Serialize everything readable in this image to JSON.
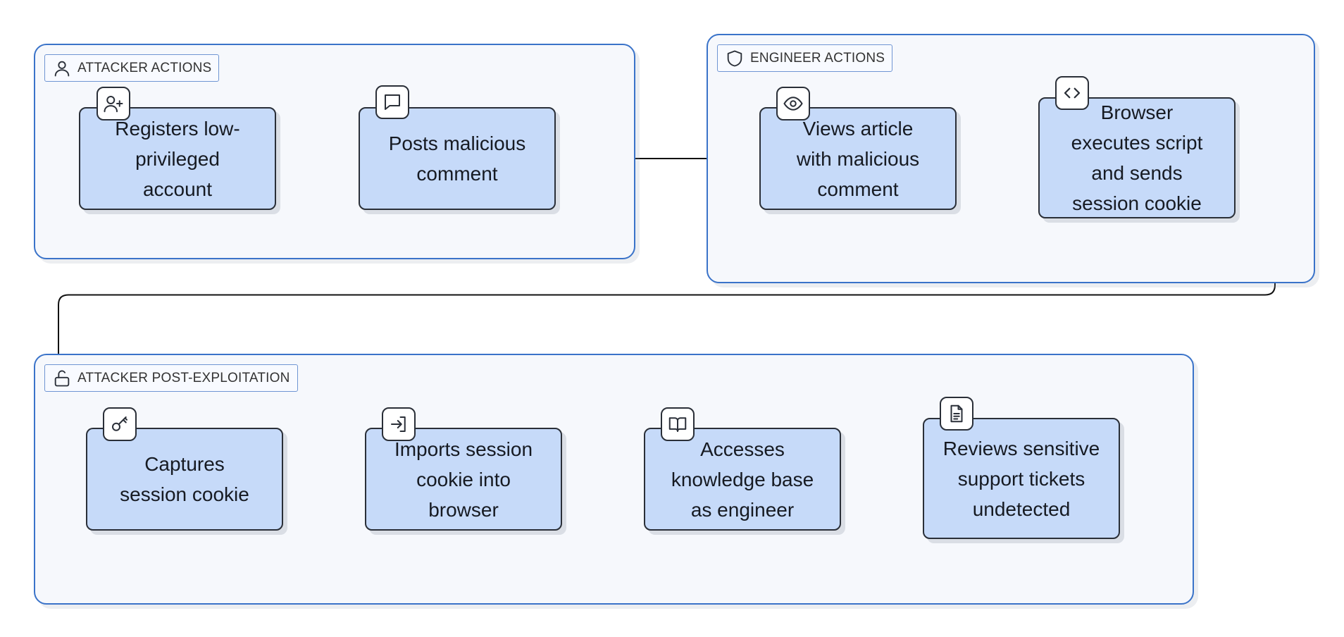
{
  "groups": {
    "attacker": {
      "label": "ATTACKER ACTIONS",
      "icon": "user-icon"
    },
    "engineer": {
      "label": "ENGINEER ACTIONS",
      "icon": "shield-icon"
    },
    "post": {
      "label": "ATTACKER POST-EXPLOITATION",
      "icon": "lock-open-icon"
    }
  },
  "nodes": {
    "register": {
      "label": "Registers low-privileged account",
      "icon": "user-plus-icon"
    },
    "post_comment": {
      "label": "Posts malicious comment",
      "icon": "message-square-icon"
    },
    "view_article": {
      "label": "Views article with malicious comment",
      "icon": "eye-icon"
    },
    "execute_script": {
      "label": "Browser executes script and sends session cookie",
      "icon": "code-icon"
    },
    "capture_cookie": {
      "label": "Captures session cookie",
      "icon": "key-icon"
    },
    "import_cookie": {
      "label": "Imports session cookie into browser",
      "icon": "log-in-icon"
    },
    "access_kb": {
      "label": "Accesses knowledge base as engineer",
      "icon": "book-open-icon"
    },
    "review_tickets": {
      "label": "Reviews sensitive support tickets undetected",
      "icon": "file-text-icon"
    }
  },
  "edges": [
    [
      "register",
      "post_comment"
    ],
    [
      "post_comment",
      "view_article"
    ],
    [
      "view_article",
      "execute_script"
    ],
    [
      "execute_script",
      "capture_cookie"
    ],
    [
      "capture_cookie",
      "import_cookie"
    ],
    [
      "import_cookie",
      "access_kb"
    ],
    [
      "access_kb",
      "review_tickets"
    ]
  ],
  "colors": {
    "group_border": "#3a73c9",
    "group_fill": "#f6f8fc",
    "node_fill": "#c6daf9",
    "node_border": "#2a2f38",
    "edge": "#111111"
  }
}
